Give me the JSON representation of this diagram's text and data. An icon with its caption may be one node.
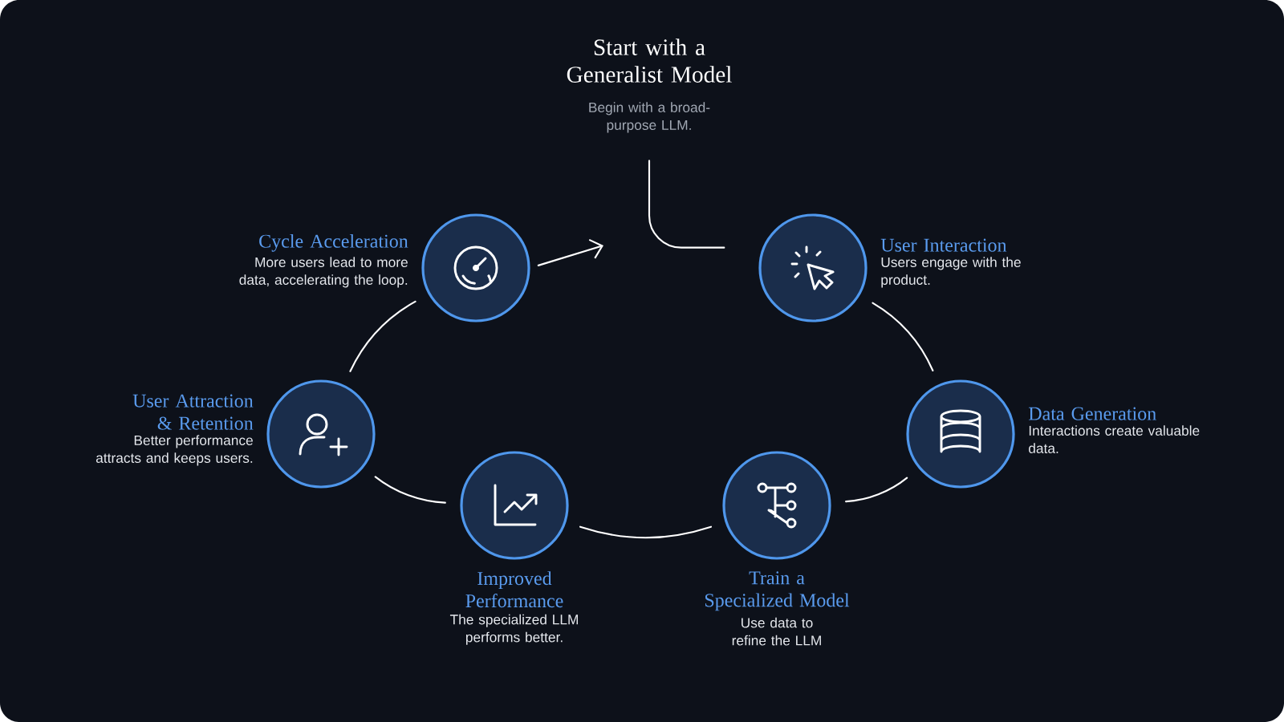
{
  "diagram": {
    "nodes": [
      {
        "text": [
          "Start with a Generalist Model",
          "Begin with a broad-purpose LLM."
        ]
      },
      {
        "text": [
          "Cycle Acceleration",
          "More users lead to more data, accelerating the loop."
        ]
      },
      {
        "text": [
          "User Interaction",
          "Users engage with the product."
        ]
      },
      {
        "text": [
          "User Attraction & Retention",
          "Better performance attracts and keeps users."
        ]
      },
      {
        "text": [
          "Data Generation",
          "Interactions create valuable data."
        ]
      },
      {
        "text": [
          "Improved Performance",
          "The specialized LLM performs better."
        ]
      },
      {
        "text": [
          "Train a Specialized Model",
          "Use data to refine the LLM"
        ]
      }
    ],
    "edges": [
      {
        "from": 0,
        "to": 2,
        "arrow": "none"
      },
      {
        "from": 2,
        "to": 4,
        "arrow": "none"
      },
      {
        "from": 4,
        "to": 6,
        "arrow": "none"
      },
      {
        "from": 6,
        "to": 5,
        "arrow": "none"
      },
      {
        "from": 5,
        "to": 3,
        "arrow": "none"
      },
      {
        "from": 3,
        "to": 1,
        "arrow": "none"
      },
      {
        "from": 1,
        "to": null,
        "arrow": "to"
      }
    ]
  }
}
